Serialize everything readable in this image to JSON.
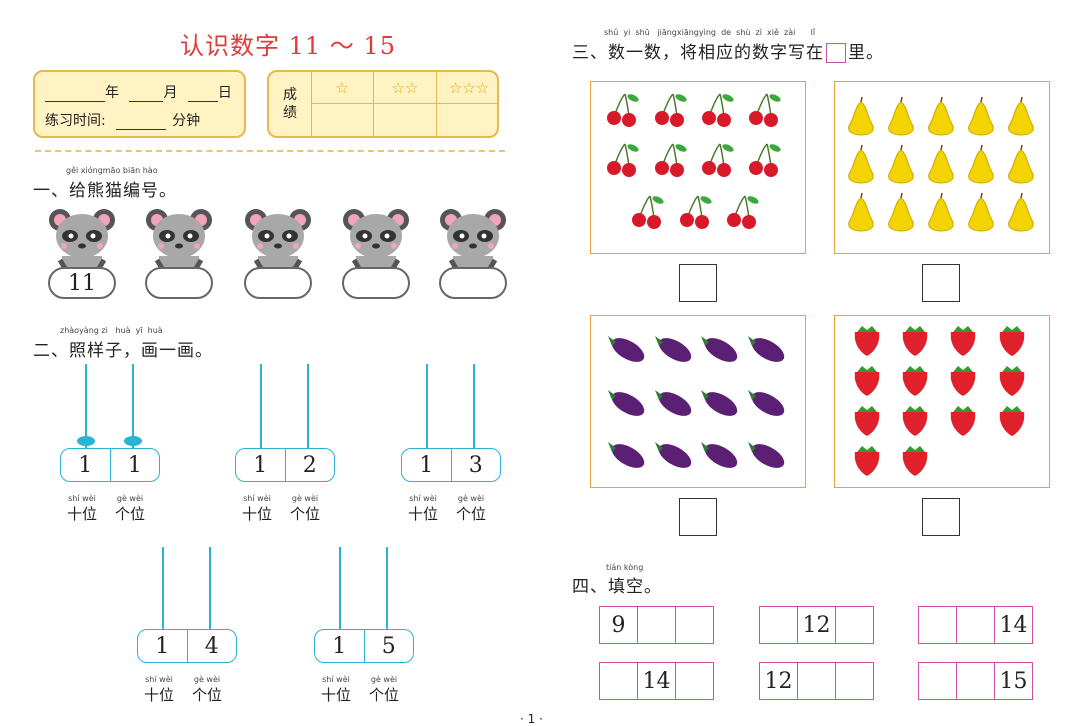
{
  "title": "认识数字 11 ～ 15",
  "info": {
    "year": "年",
    "month": "月",
    "day": "日",
    "practice_time": "练习时间:",
    "minutes": "分钟"
  },
  "score": {
    "label_top": "成",
    "label_bottom": "绩",
    "stars": [
      "☆",
      "☆☆",
      "☆☆☆"
    ]
  },
  "section1": {
    "pinyin": "gěi xióngmāo biān hào",
    "title": "一、给熊猫编号。",
    "panda_numbers": [
      "11",
      "",
      "",
      "",
      ""
    ]
  },
  "section2": {
    "pinyin": "zhàoyàng zi   huà  yī  huà",
    "title": "二、照样子，画一画。",
    "place_pinyin_tens": "shí  wèi",
    "place_pinyin_ones": "gè  wèi",
    "place_tens": "十位",
    "place_ones": "个位",
    "items": [
      {
        "tens": "1",
        "ones": "1"
      },
      {
        "tens": "1",
        "ones": "2"
      },
      {
        "tens": "1",
        "ones": "3"
      },
      {
        "tens": "1",
        "ones": "4"
      },
      {
        "tens": "1",
        "ones": "5"
      }
    ]
  },
  "section3": {
    "pinyin": "shǔ  yi  shǔ   jiāngxiāngyìng  de  shù  zì  xiě  zài      lǐ",
    "title_part1": "三、数一数，将相应的数字写在",
    "title_part2": "里。",
    "panels": [
      {
        "fruit": "cherry",
        "count": 11
      },
      {
        "fruit": "pear",
        "count": 15
      },
      {
        "fruit": "eggplant",
        "count": 12
      },
      {
        "fruit": "strawberry",
        "count": 14
      }
    ]
  },
  "section4": {
    "pinyin": "tián kòng",
    "title": "四、填空。",
    "rows": [
      [
        "9",
        "",
        ""
      ],
      [
        "",
        "12",
        ""
      ],
      [
        "",
        "",
        "14"
      ],
      [
        "",
        "14",
        ""
      ],
      [
        "12",
        "",
        ""
      ],
      [
        "",
        "",
        "15"
      ]
    ]
  },
  "page_number": "· 1 ·",
  "colors": {
    "title": "#e03a3a",
    "accent_blue": "#2bb3d6",
    "fill_border": "#d04fa8",
    "panel_border": "#e8a13b",
    "info_bg": "#fff3c4"
  }
}
